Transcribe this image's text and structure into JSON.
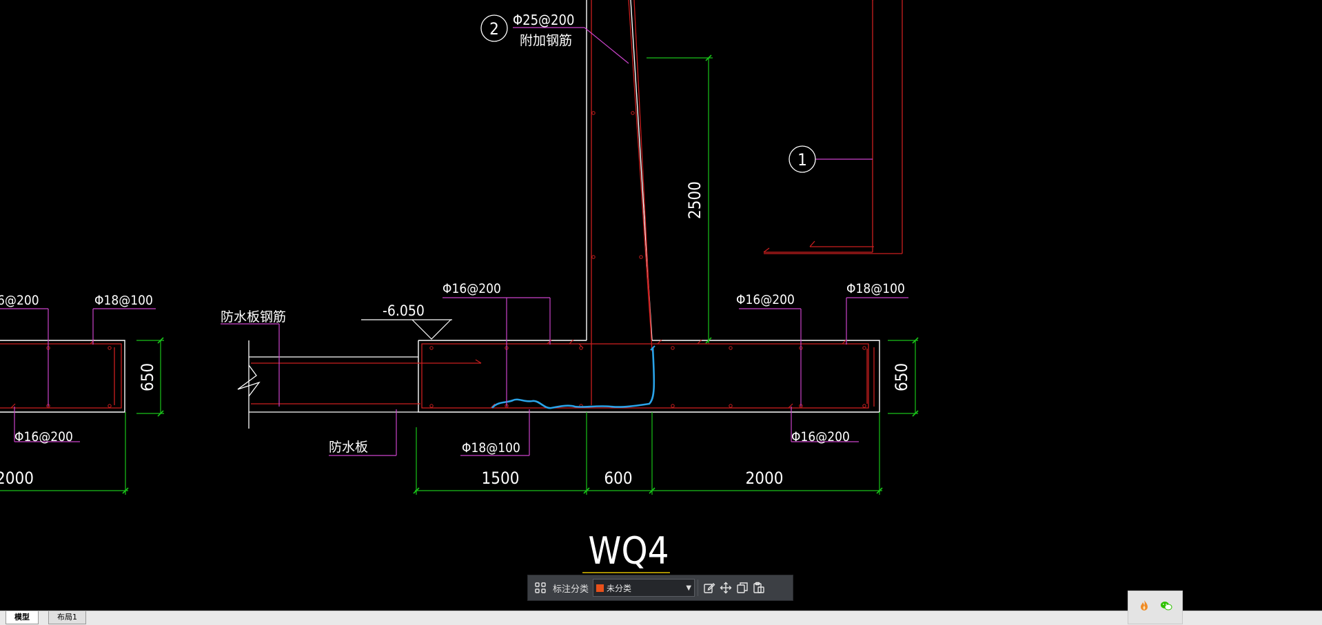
{
  "drawing": {
    "title": "WQ4",
    "marker_1": "1",
    "marker_2": "2",
    "callout_2_spec": "Φ25@200",
    "callout_2_desc": "附加钢筋",
    "left_top_partial": "6@200",
    "left_top_bar": "Φ18@100",
    "left_bottom_bar": "Φ16@200",
    "left_height_dim": "650",
    "left_width_dim_partial": "2000",
    "waterproof_bar_label": "防水板钢筋",
    "elevation": "-6.050",
    "center_top_left_bar": "Φ16@200",
    "waterproof_slab_label": "防水板",
    "center_bottom_bar": "Φ18@100",
    "right_top_bar": "Φ16@200",
    "right_top_right_bar": "Φ18@100",
    "right_bottom_bar": "Φ16@200",
    "right_height_dim": "650",
    "wall_height_dim": "2500",
    "dim_1500": "1500",
    "dim_600": "600",
    "dim_2000": "2000"
  },
  "toolbar": {
    "label": "标注分类",
    "selected_category": "未分类",
    "category_color": "#e8501a",
    "icons": [
      "grid-icon",
      "edit-icon",
      "move-icon",
      "copy-icon",
      "paste-icon"
    ]
  },
  "tabs": {
    "model": "模型",
    "layout1": "布局1"
  },
  "colors": {
    "background": "#000000",
    "outline": "#ffffff",
    "rebar": "#cc1f1f",
    "leader": "#cc44cc",
    "dimension": "#19c419",
    "markup": "#2aa3e8",
    "accent": "#e0c000"
  }
}
